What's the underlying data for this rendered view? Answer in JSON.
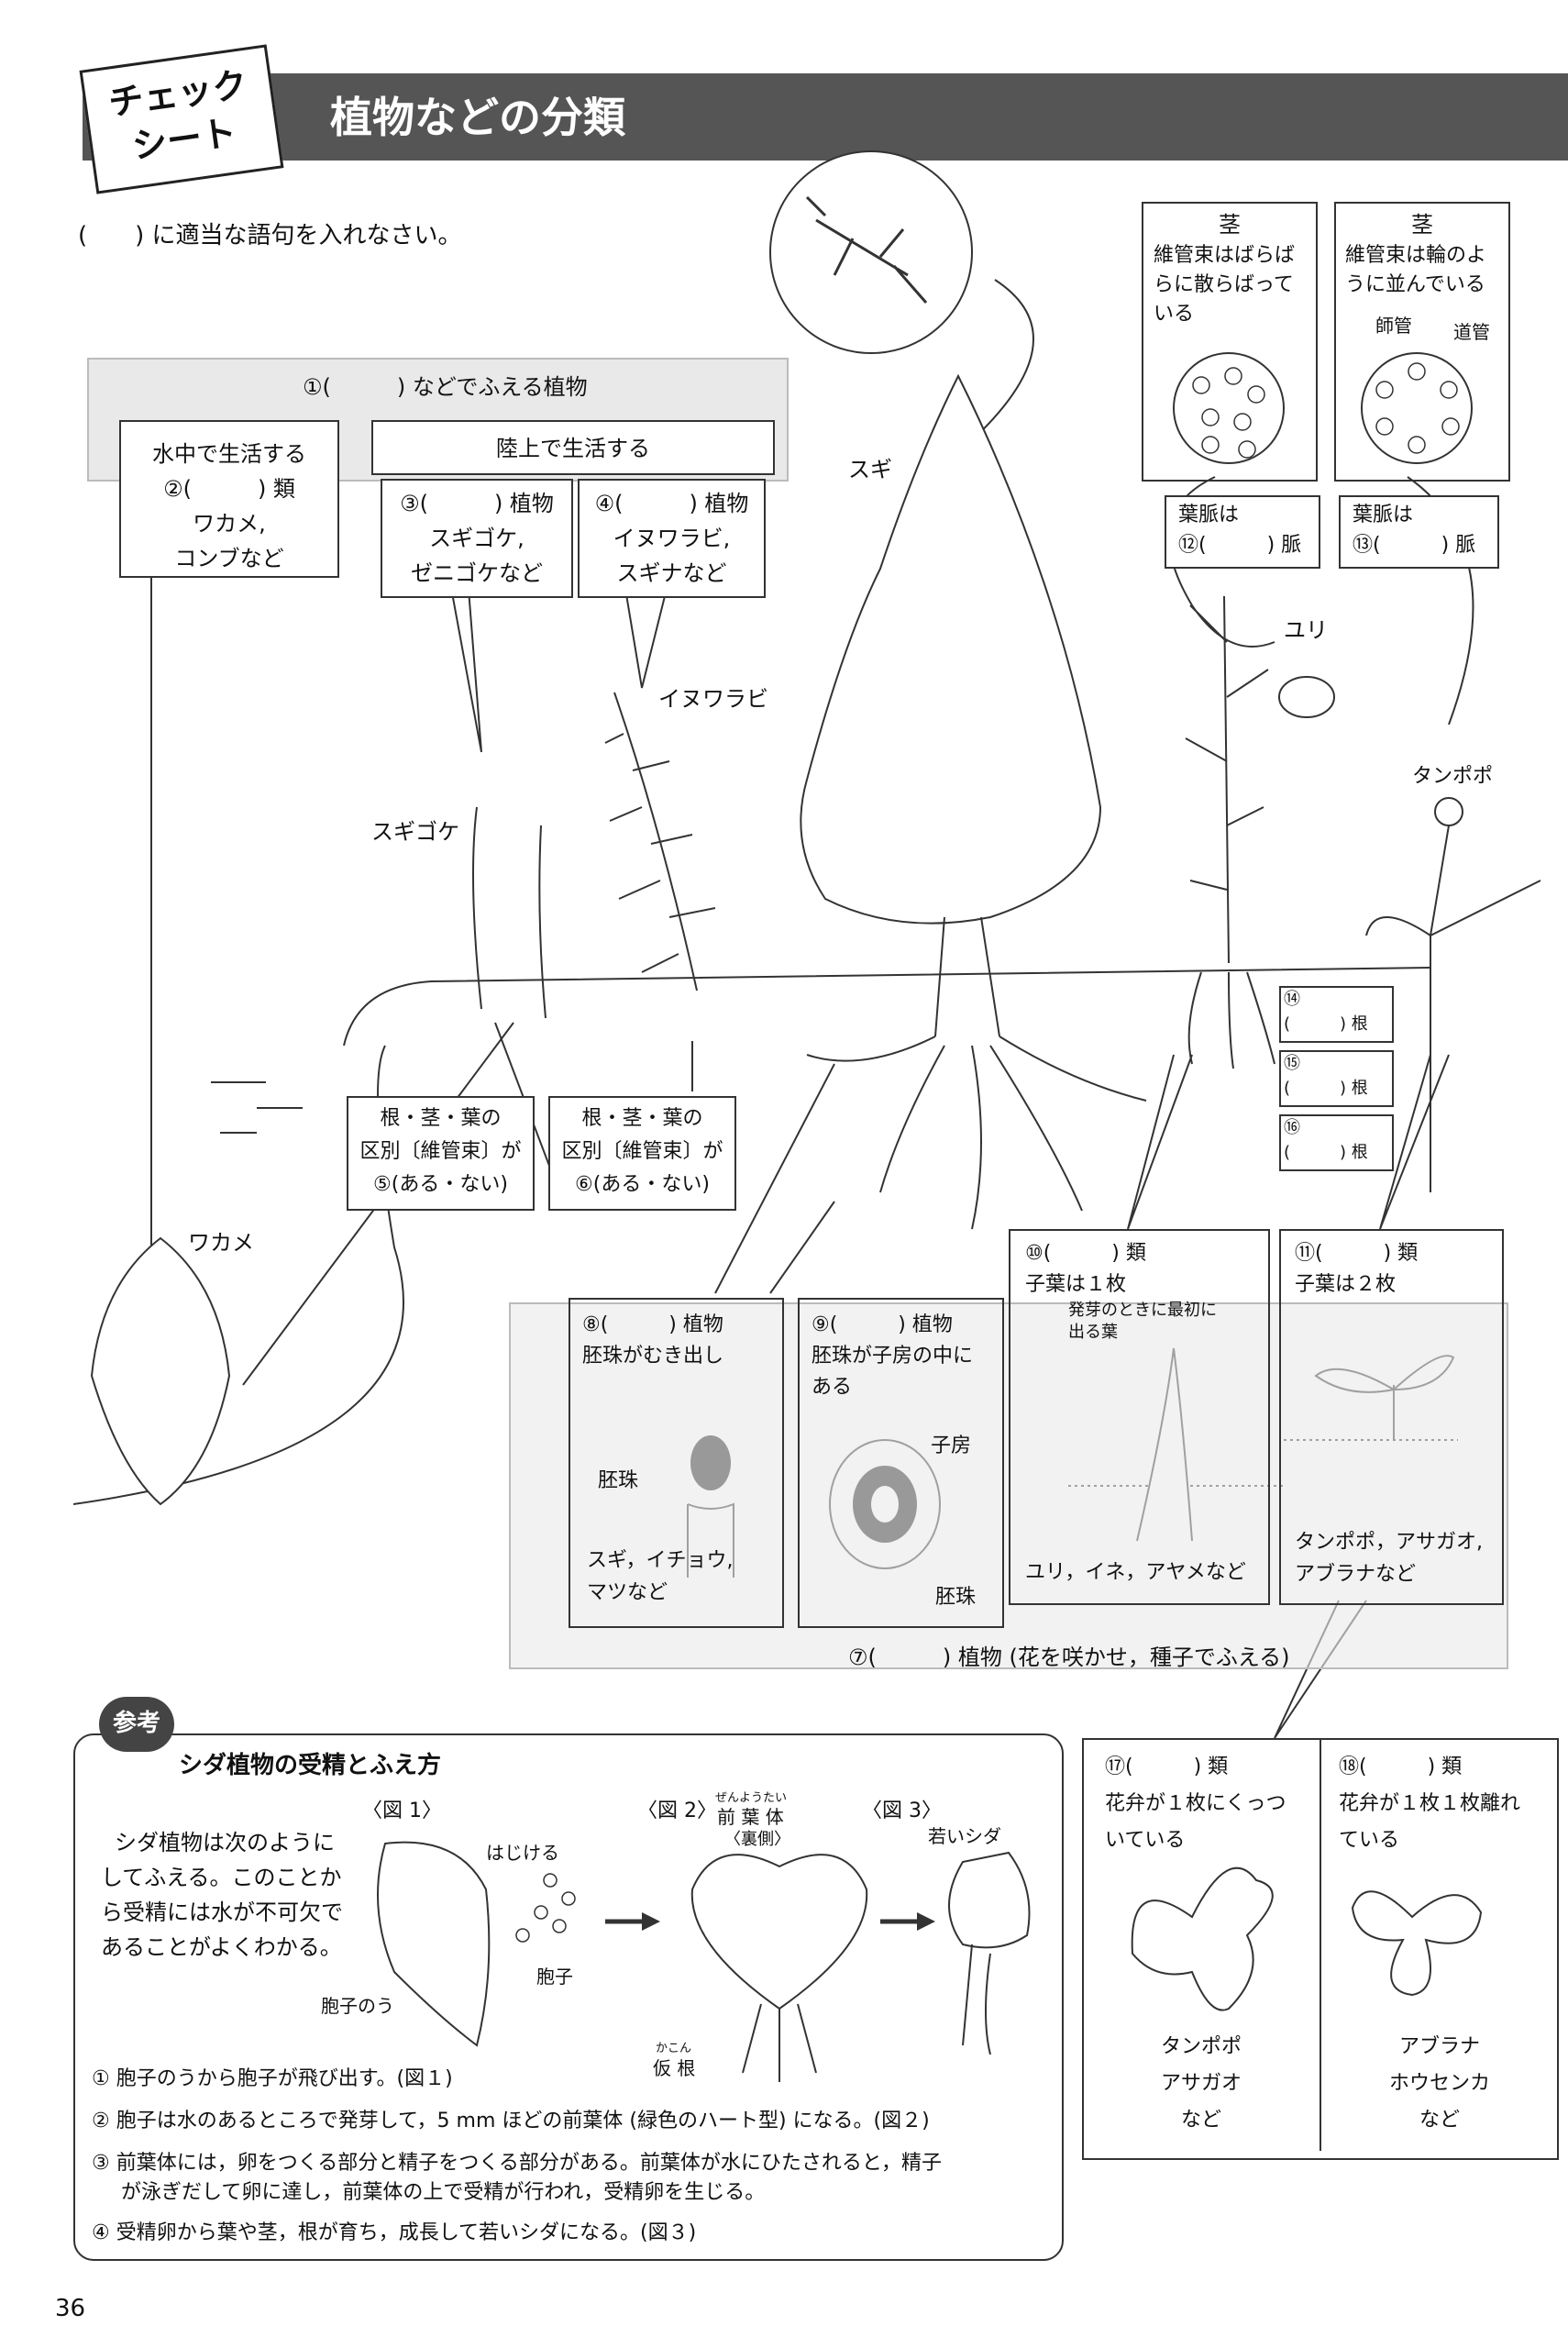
{
  "header": {
    "badge_line1": "チェック",
    "badge_line2": "シート",
    "title": "植物などの分類"
  },
  "instruction": "(　　) に適当な語句を入れなさい。",
  "top_box": {
    "label": "①(　　　) などでふえる植物"
  },
  "water_box": {
    "line1": "水中で生活する",
    "line2": "②(　　　) 類",
    "line3": "ワカメ,",
    "line4": "コンブなど"
  },
  "land_box": {
    "label": "陸上で生活する"
  },
  "moss_box": {
    "line1": "③(　　　) 植物",
    "line2": "スギゴケ,",
    "line3": "ゼニゴケなど"
  },
  "fern_box": {
    "line1": "④(　　　) 植物",
    "line2": "イヌワラビ,",
    "line3": "スギナなど"
  },
  "stem1": {
    "title": "茎",
    "line1": "維管束はばらば",
    "line2": "らに散らばって",
    "line3": "いる"
  },
  "stem2": {
    "title": "茎",
    "line1": "維管束は輪のよ",
    "line2": "うに並んでいる",
    "label_phloem": "師管",
    "label_xylem": "道管"
  },
  "vein12": {
    "line1": "葉脈は",
    "line2": "⑫(　　　) 脈"
  },
  "vein13": {
    "line1": "葉脈は",
    "line2": "⑬(　　　) 脈"
  },
  "labels": {
    "sugi": "スギ",
    "yuri": "ユリ",
    "tanpopo": "タンポポ",
    "inuwarabi": "イヌワラビ",
    "sugigoke": "スギゴケ",
    "wakame": "ワカメ"
  },
  "roots": {
    "r14a": "⑭",
    "r14b": "(　　　) 根",
    "r15a": "⑮",
    "r15b": "(　　　) 根",
    "r16a": "⑯",
    "r16b": "(　　　) 根"
  },
  "q5": {
    "line1": "根・茎・葉の",
    "line2": "区別〔維管束〕が",
    "line3": "⑤(ある・ない)"
  },
  "q6": {
    "line1": "根・茎・葉の",
    "line2": "区別〔維管束〕が",
    "line3": "⑥(ある・ない)"
  },
  "q8": {
    "line1": "⑧(　　　) 植物",
    "line2": "胚珠がむき出し",
    "ovule": "胚珠",
    "ex1": "スギ，イチョウ,",
    "ex2": "マツなど"
  },
  "q9": {
    "line1": "⑨(　　　) 植物",
    "line2": "胚珠が子房の中に",
    "line3": "ある",
    "ovary": "子房",
    "ovule": "胚珠"
  },
  "q10": {
    "line1": "⑩(　　　) 類",
    "line2": "子葉は１枚",
    "note1": "発芽のときに最初に",
    "note2": "出る葉",
    "ex": "ユリ，イネ，アヤメなど"
  },
  "q11": {
    "line1": "⑪(　　　) 類",
    "line2": "子葉は２枚",
    "ex1": "タンポポ，アサガオ,",
    "ex2": "アブラナなど"
  },
  "q7": {
    "label": "⑦(　　　) 植物 (花を咲かせ，種子でふえる)"
  },
  "q17": {
    "line1": "⑰(　　　) 類",
    "line2": "花弁が１枚にくっつ",
    "line3": "いている",
    "ex1": "タンポポ",
    "ex2": "アサガオ",
    "ex3": "など"
  },
  "q18": {
    "line1": "⑱(　　　) 類",
    "line2": "花弁が１枚１枚離れ",
    "line3": "ている",
    "ex1": "アブラナ",
    "ex2": "ホウセンカ",
    "ex3": "など"
  },
  "ref": {
    "badge": "参考",
    "title": "シダ植物の受精とふえ方",
    "intro1": "シダ植物は次のように",
    "intro2": "してふえる。このことか",
    "intro3": "ら受精には水が不可欠で",
    "intro4": "あることがよくわかる。",
    "fig1": "〈図 1〉",
    "fig2": "〈図 2〉",
    "fig3": "〈図 3〉",
    "hajikeru": "はじける",
    "houshi": "胞子",
    "houshinou": "胞子のう",
    "zenyoutai_ruby": "ぜんようたい",
    "zenyoutai": "前 葉 体",
    "uragawa": "〈裏側〉",
    "kakon_ruby": "かこん",
    "kakon": "仮 根",
    "wakaishida": "若いシダ",
    "step1": "① 胞子のうから胞子が飛び出す。(図１)",
    "step2": "② 胞子は水のあるところで発芽して，5 mm ほどの前葉体 (緑色のハート型) になる。(図２)",
    "step3a": "③ 前葉体には，卵をつくる部分と精子をつくる部分がある。前葉体が水にひたされると，精子",
    "step3b": "が泳ぎだして卵に達し，前葉体の上で受精が行われ，受精卵を生じる。",
    "step4": "④ 受精卵から葉や茎，根が育ち，成長して若いシダになる。(図３)"
  },
  "page_number": "36"
}
